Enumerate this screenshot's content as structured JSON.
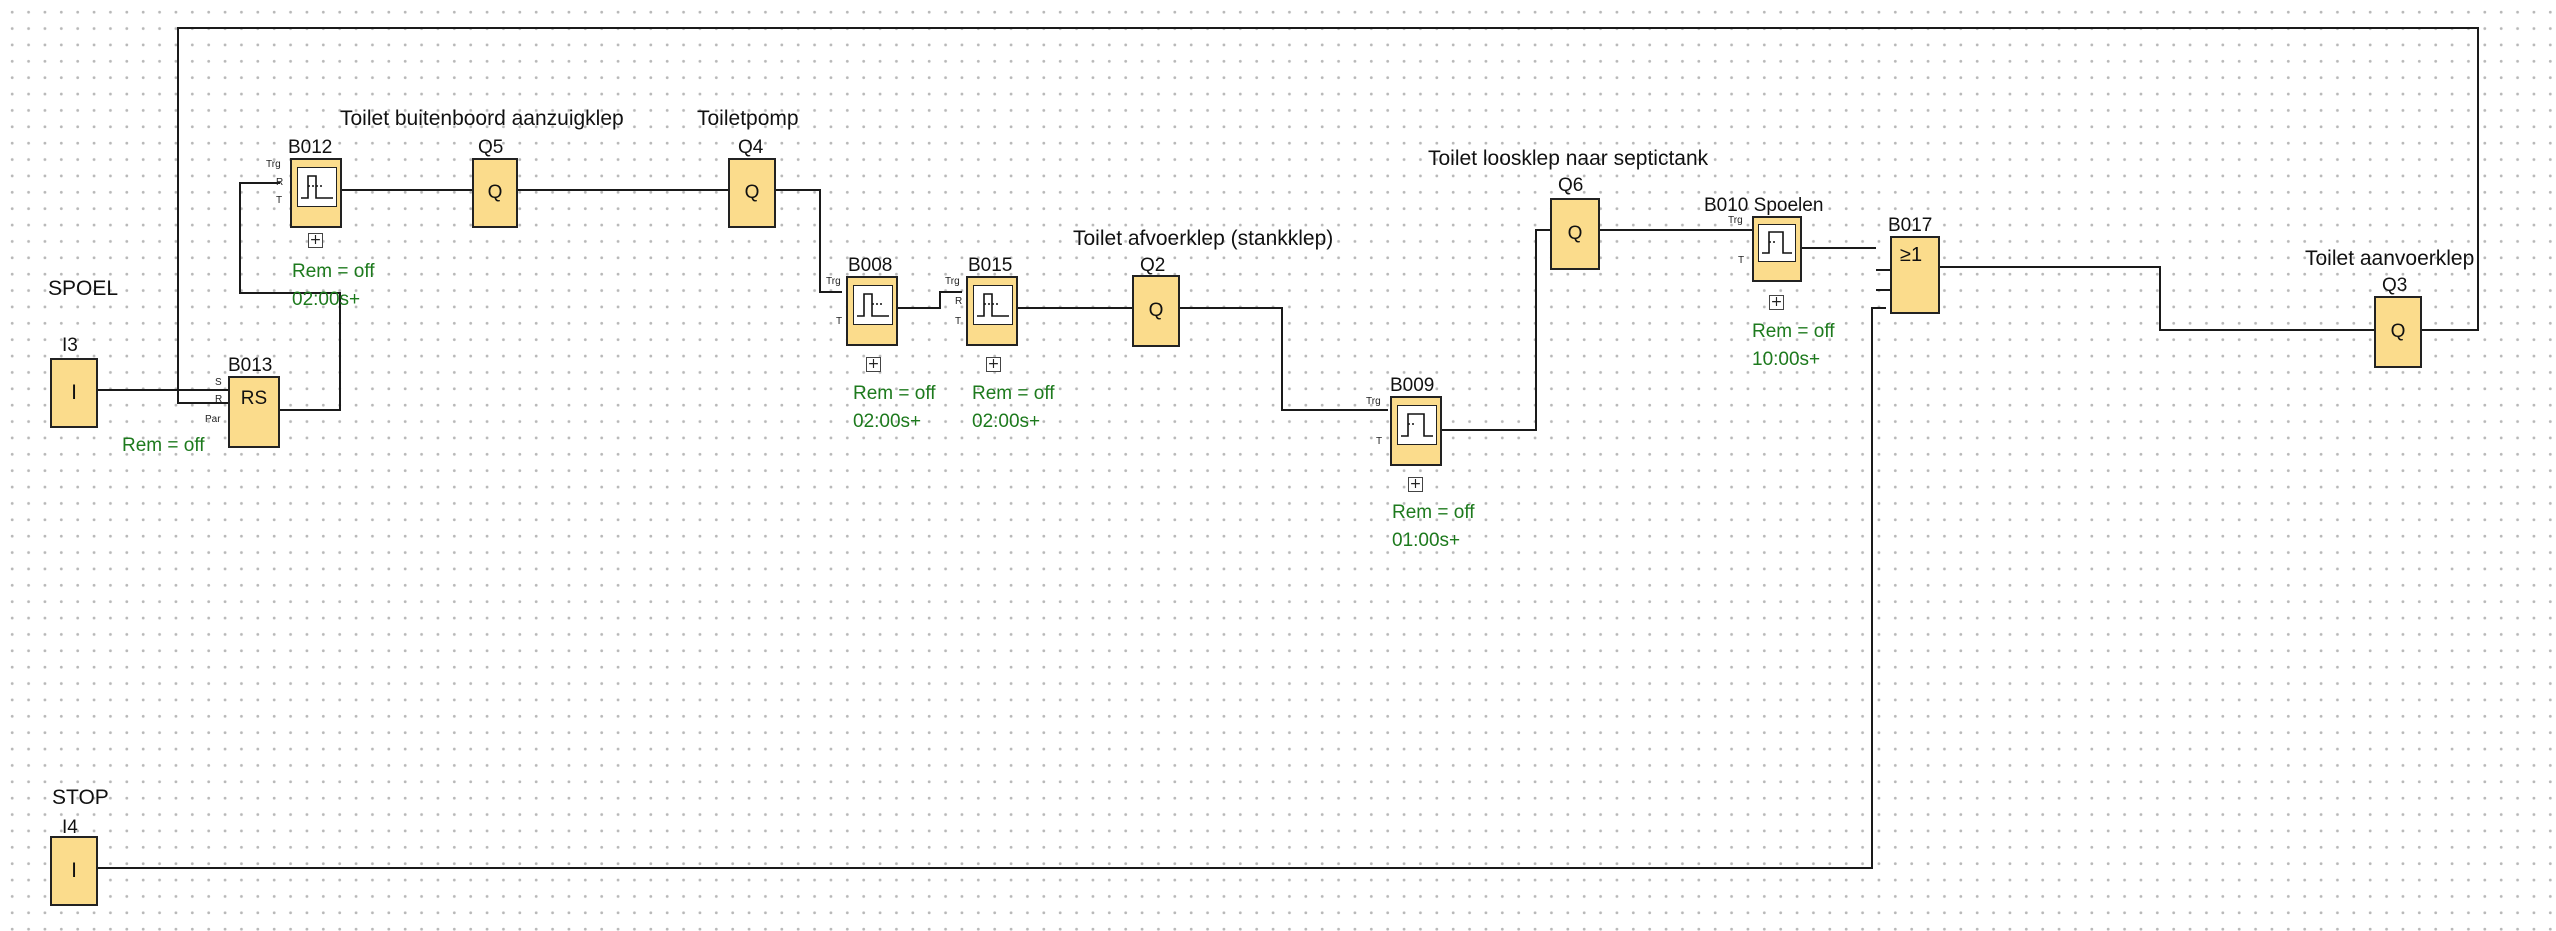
{
  "labels": {
    "spoel": "SPOEL",
    "stop": "STOP",
    "q5_desc": "Toilet buitenboord aanzuigklep",
    "q4_desc": "Toiletpomp",
    "q2_desc": "Toilet afvoerklep (stankklep)",
    "q6_desc": "Toilet loosklep naar septictank",
    "q3_desc": "Toilet aanvoerklep"
  },
  "blocks": {
    "i3": {
      "id": "I3",
      "sym": "I"
    },
    "i4": {
      "id": "I4",
      "sym": "I"
    },
    "b013": {
      "id": "B013",
      "sym": "RS",
      "pin_s": "S",
      "pin_r": "R",
      "pin_par": "Par",
      "rem": "Rem = off"
    },
    "b012": {
      "id": "B012",
      "pin_trg": "Trg",
      "pin_r": "R",
      "pin_t": "T",
      "rem": "Rem = off",
      "time": "02:00s+"
    },
    "q5": {
      "id": "Q5",
      "sym": "Q"
    },
    "q4": {
      "id": "Q4",
      "sym": "Q"
    },
    "b008": {
      "id": "B008",
      "pin_trg": "Trg",
      "pin_t": "T",
      "rem": "Rem = off",
      "time": "02:00s+"
    },
    "b015": {
      "id": "B015",
      "pin_trg": "Trg",
      "pin_r": "R",
      "pin_t": "T",
      "rem": "Rem = off",
      "time": "02:00s+"
    },
    "q2": {
      "id": "Q2",
      "sym": "Q"
    },
    "b009": {
      "id": "B009",
      "pin_trg": "Trg",
      "pin_t": "T",
      "rem": "Rem = off",
      "time": "01:00s+"
    },
    "q6": {
      "id": "Q6",
      "sym": "Q"
    },
    "b010": {
      "id": "B010 Spoelen",
      "pin_trg": "Trg",
      "pin_t": "T",
      "rem": "Rem = off",
      "time": "10:00s+"
    },
    "b017": {
      "id": "B017",
      "sym": "≥1"
    },
    "q3": {
      "id": "Q3",
      "sym": "Q"
    }
  },
  "expand_symbol": "+",
  "colors": {
    "block_fill": "#fbdc8c",
    "block_border": "#222222",
    "wire": "#1a1a1a",
    "param_text": "#1d7a1d",
    "grid_dot": "#b8b8b8"
  }
}
